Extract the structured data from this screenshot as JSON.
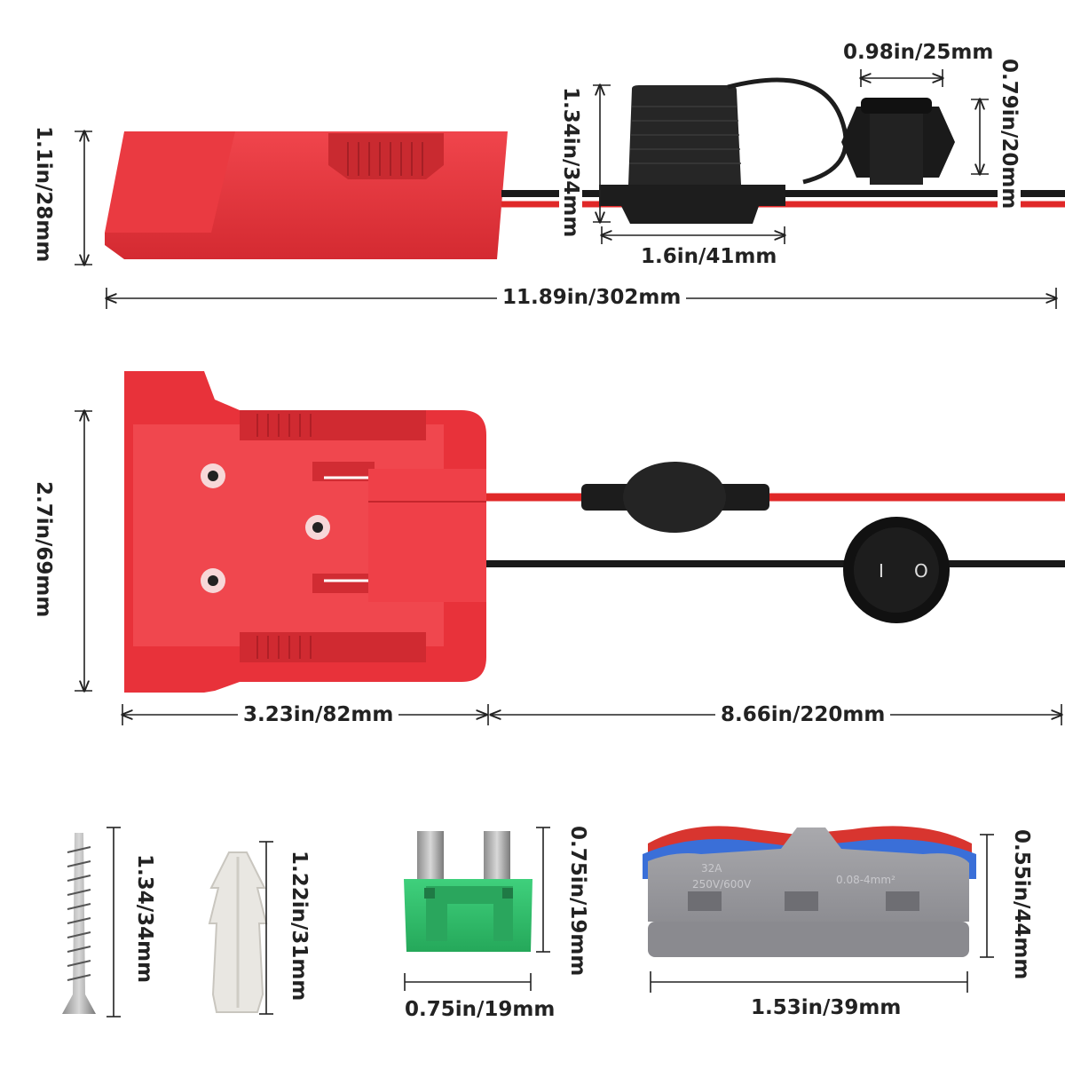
{
  "dimensions": {
    "adapter_height": "1.1in/28mm",
    "fuse_holder_height": "1.34in/34mm",
    "switch_width": "0.98in/25mm",
    "switch_height": "0.79in/20mm",
    "fuse_holder_width": "1.6in/41mm",
    "total_length": "11.89in/302mm",
    "adapter_width": "2.7in/69mm",
    "adapter_length": "3.23in/82mm",
    "cable_length": "8.66in/220mm",
    "screw_length": "1.34/34mm",
    "anchor_length": "1.22in/31mm",
    "fuse_height": "0.75in/19mm",
    "fuse_width": "0.75in/19mm",
    "connector_height": "0.55in/44mm",
    "connector_width": "1.53in/39mm"
  },
  "connector_print": {
    "rating": "32A",
    "voltage": "250V/600V",
    "wire_gauge": "0.08-4mm²"
  },
  "switch_symbols": {
    "on": "I",
    "off": "O"
  },
  "colors": {
    "adapter_red": "#e8323a",
    "cable_red": "#e02828",
    "cable_black": "#1a1a1a",
    "fuse_green": "#2fbf6a",
    "connector_grey": "#9a9a9e",
    "lever_red": "#d8352f",
    "lever_blue": "#3a6fd8"
  }
}
